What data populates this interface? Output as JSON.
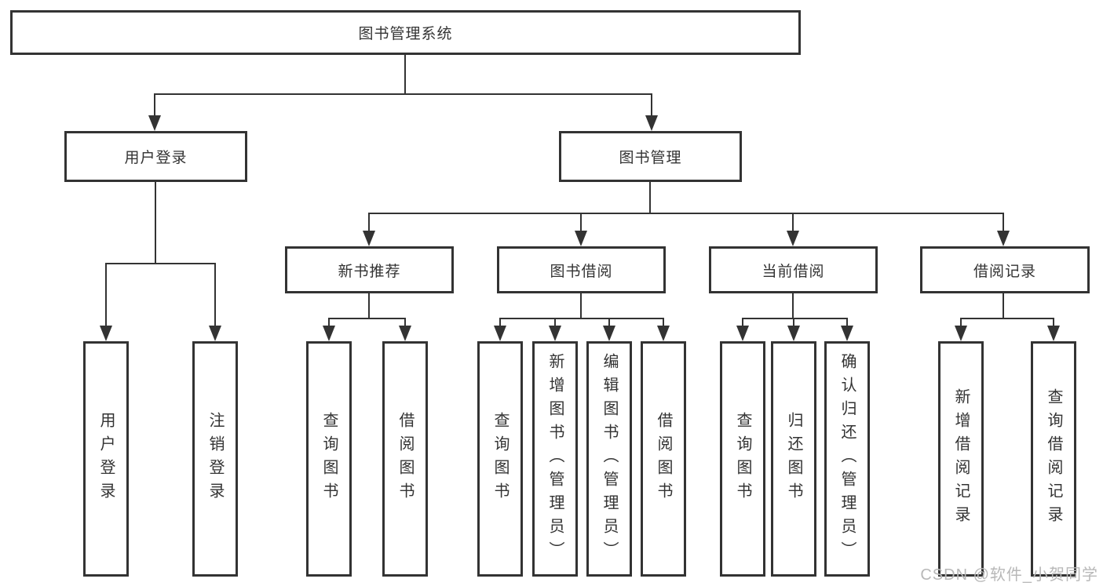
{
  "diagram": {
    "root": {
      "label": "图书管理系统"
    },
    "level2": [
      {
        "label": "用户登录"
      },
      {
        "label": "图书管理"
      }
    ],
    "level3": [
      {
        "label": "新书推荐"
      },
      {
        "label": "图书借阅"
      },
      {
        "label": "当前借阅"
      },
      {
        "label": "借阅记录"
      }
    ],
    "leaves": {
      "user_login": [
        {
          "label": "用户登录"
        },
        {
          "label": "注销登录"
        }
      ],
      "new_book": [
        {
          "label": "查询图书"
        },
        {
          "label": "借阅图书"
        }
      ],
      "book_borrow": [
        {
          "label": "查询图书"
        },
        {
          "label": "新增图书（管理员）"
        },
        {
          "label": "编辑图书（管理员）"
        },
        {
          "label": "借阅图书"
        }
      ],
      "current_borrow": [
        {
          "label": "查询图书"
        },
        {
          "label": "归还图书"
        },
        {
          "label": "确认归还（管理员）"
        }
      ],
      "borrow_record": [
        {
          "label": "新增借阅记录"
        },
        {
          "label": "查询借阅记录"
        }
      ]
    }
  },
  "watermark": {
    "text": "CSDN @软件_小贺同学"
  },
  "colors": {
    "line": "#333333",
    "text": "#333333",
    "background": "#ffffff",
    "watermark": "#b8b8b8"
  }
}
